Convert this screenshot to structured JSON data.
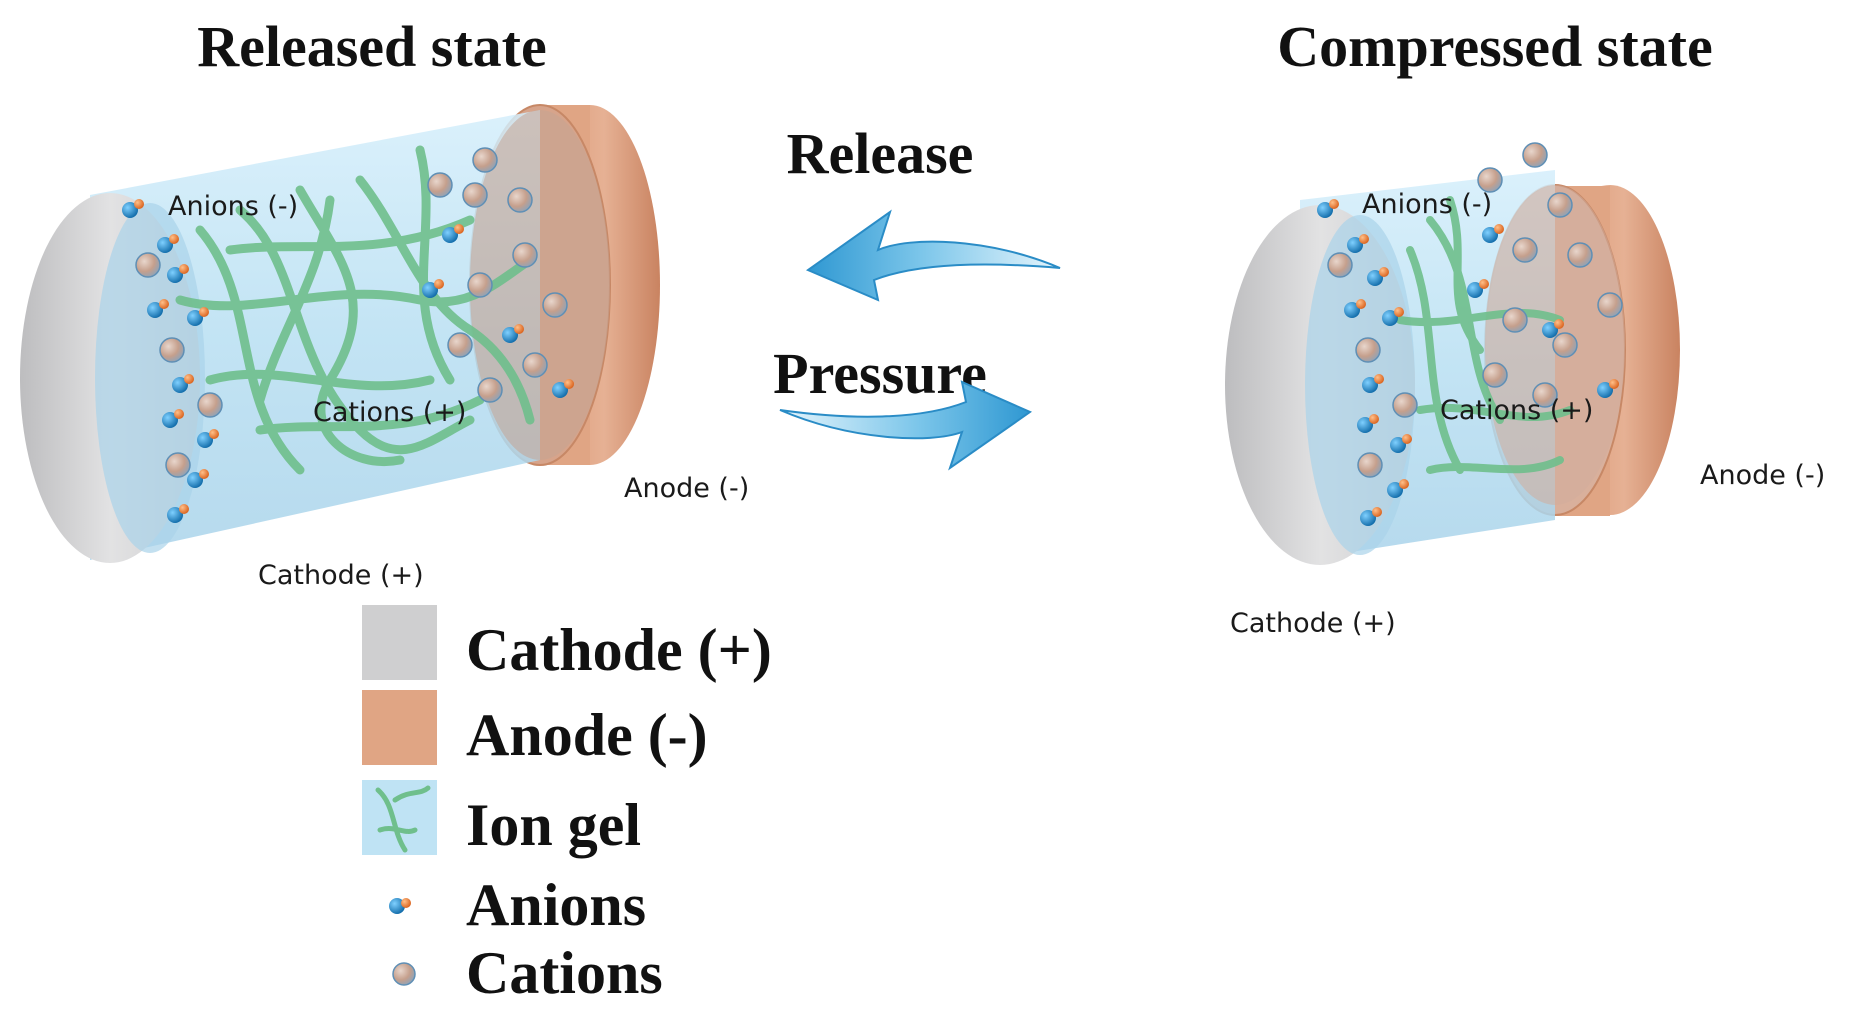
{
  "titles": {
    "released": "Released state",
    "compressed": "Compressed state"
  },
  "arrows": {
    "release": "Release",
    "pressure": "Pressure"
  },
  "released_device": {
    "anions_label": "Anions (-)",
    "cations_label": "Cations (+)",
    "anode_label": "Anode (-)",
    "cathode_label": "Cathode (+)"
  },
  "compressed_device": {
    "anions_label": "Anions (-)",
    "cations_label": "Cations (+)",
    "anode_label": "Anode (-)",
    "cathode_label": "Cathode (+)"
  },
  "legend": [
    {
      "key": "cathode",
      "label": "Cathode (+)"
    },
    {
      "key": "anode",
      "label": "Anode (-)"
    },
    {
      "key": "ion_gel",
      "label": "Ion gel"
    },
    {
      "key": "anions",
      "label": "Anions"
    },
    {
      "key": "cations",
      "label": "Cations"
    }
  ],
  "colors": {
    "cathode": "#cfcfd0",
    "anode": "#e0a584",
    "ion_gel": "#bfe3f4",
    "fiber": "#7cc79a",
    "arrow": "#3aa6dc",
    "anion_blue": "#1f86c8",
    "anion_orange": "#f07a2a",
    "cation": "#c9a998"
  }
}
